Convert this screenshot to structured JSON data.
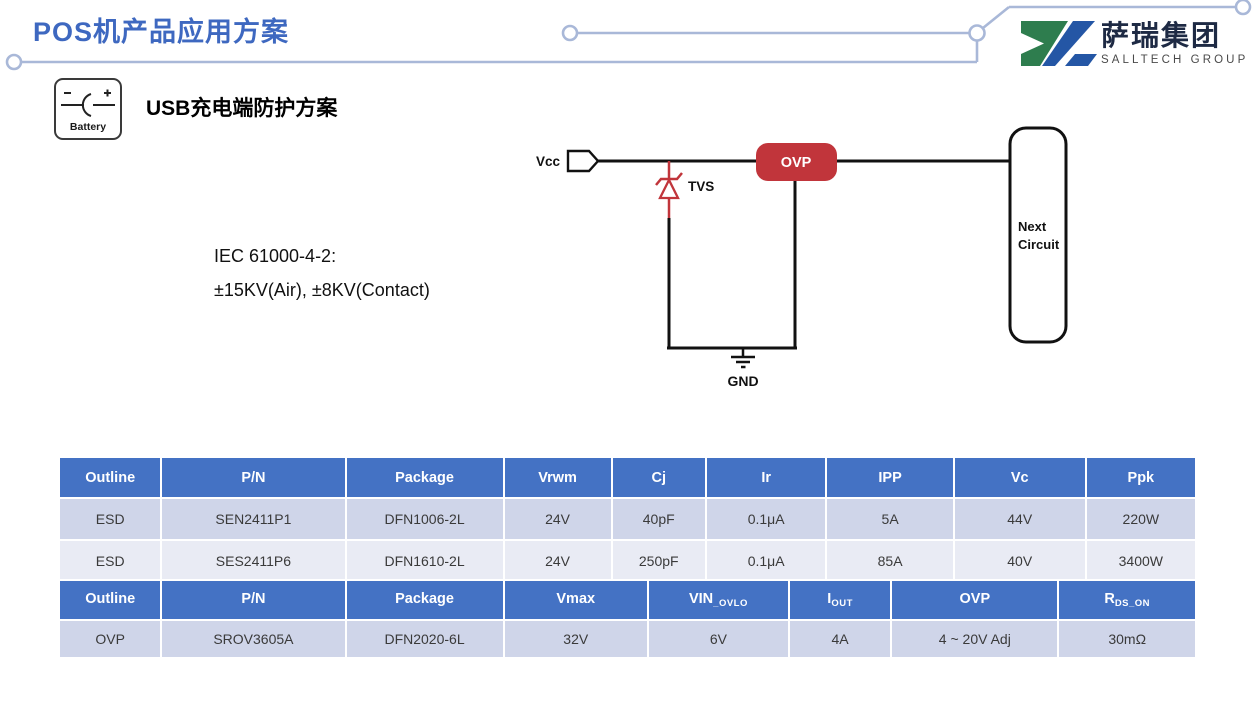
{
  "header": {
    "title": "POS机产品应用方案",
    "logo": {
      "zh": "萨瑞集团",
      "en": "SALLTECH GROUP"
    }
  },
  "section": {
    "icon_label": "Battery",
    "title_en": "USB",
    "title_zh": "充电端防护方案",
    "iec_line1": "IEC 61000-4-2:",
    "iec_line2": "±15KV(Air), ±8KV(Contact)"
  },
  "circuit": {
    "vcc": "Vcc",
    "tvs": "TVS",
    "ovp": "OVP",
    "gnd": "GND",
    "next1": "Next",
    "next2": "Circuit"
  },
  "colors": {
    "title_blue": "#3E68C0",
    "table_header_blue": "#4472C4",
    "row_band_dark": "#CFD5E9",
    "row_band_light": "#E9EBF4",
    "schematic_red": "#C1353B",
    "trace_decoration": "#A9B8D8",
    "logo_green": "#2E7D4E",
    "logo_blue": "#2456A5"
  },
  "table1": {
    "headers": [
      "Outline",
      "P/N",
      "Package",
      "Vrwm",
      "Cj",
      "Ir",
      "IPP",
      "Vc",
      "Ppk"
    ],
    "rows": [
      [
        "ESD",
        "SEN2411P1",
        "DFN1006-2L",
        "24V",
        "40pF",
        "0.1μA",
        "5A",
        "44V",
        "220W"
      ],
      [
        "ESD",
        "SES2411P6",
        "DFN1610-2L",
        "24V",
        "250pF",
        "0.1μA",
        "85A",
        "40V",
        "3400W"
      ]
    ]
  },
  "table2": {
    "headers": [
      {
        "base": "Outline",
        "sub": ""
      },
      {
        "base": "P/N",
        "sub": ""
      },
      {
        "base": "Package",
        "sub": ""
      },
      {
        "base": "Vmax",
        "sub": ""
      },
      {
        "base": "VIN",
        "sub": "_OVLO"
      },
      {
        "base": "I",
        "sub": "OUT"
      },
      {
        "base": "OVP",
        "sub": ""
      },
      {
        "base": "R",
        "sub": "DS_ON"
      }
    ],
    "rows": [
      [
        "OVP",
        "SROV3605A",
        "DFN2020-6L",
        "32V",
        "6V",
        "4A",
        "4 ~ 20V Adj",
        "30mΩ"
      ]
    ]
  }
}
